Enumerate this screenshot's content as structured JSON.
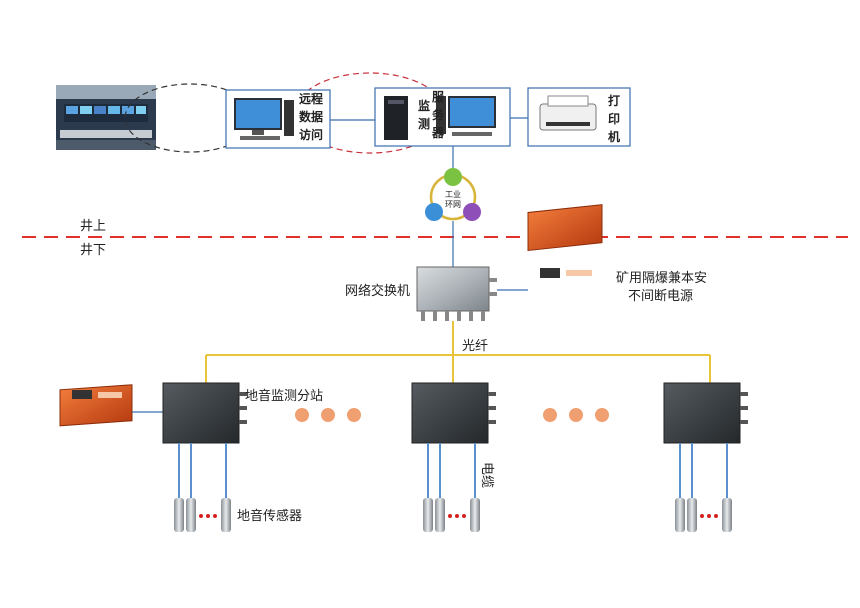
{
  "surface": {
    "above_label": "井上",
    "below_label": "井下",
    "divider_color": "#e0302a"
  },
  "top_row": {
    "remote_access_label": [
      "远程",
      "数据",
      "访问"
    ],
    "monitor_server_label_a": [
      "监",
      "测"
    ],
    "monitor_server_label_b": [
      "服",
      "务",
      "器"
    ],
    "printer_label": [
      "打",
      "印",
      "机"
    ]
  },
  "ring_network": {
    "label_line1": "工业",
    "label_line2": "环网",
    "node_colors": [
      "#7cc242",
      "#3b8fd6",
      "#8e4fb8"
    ]
  },
  "switch": {
    "label": "网络交换机"
  },
  "ups": {
    "label_line1": "矿用隔爆兼本安",
    "label_line2": "不间断电源",
    "color": "#e2571f"
  },
  "fiber": {
    "label": "光纤",
    "color": "#e8c43a"
  },
  "substation": {
    "label": "地音监测分站"
  },
  "cable": {
    "label": "电缆",
    "color": "#5a8fd0"
  },
  "sensor": {
    "label": "地音传感器"
  },
  "ellipsis_color": "#f0a070",
  "sensor_dots_color": "#d62020"
}
